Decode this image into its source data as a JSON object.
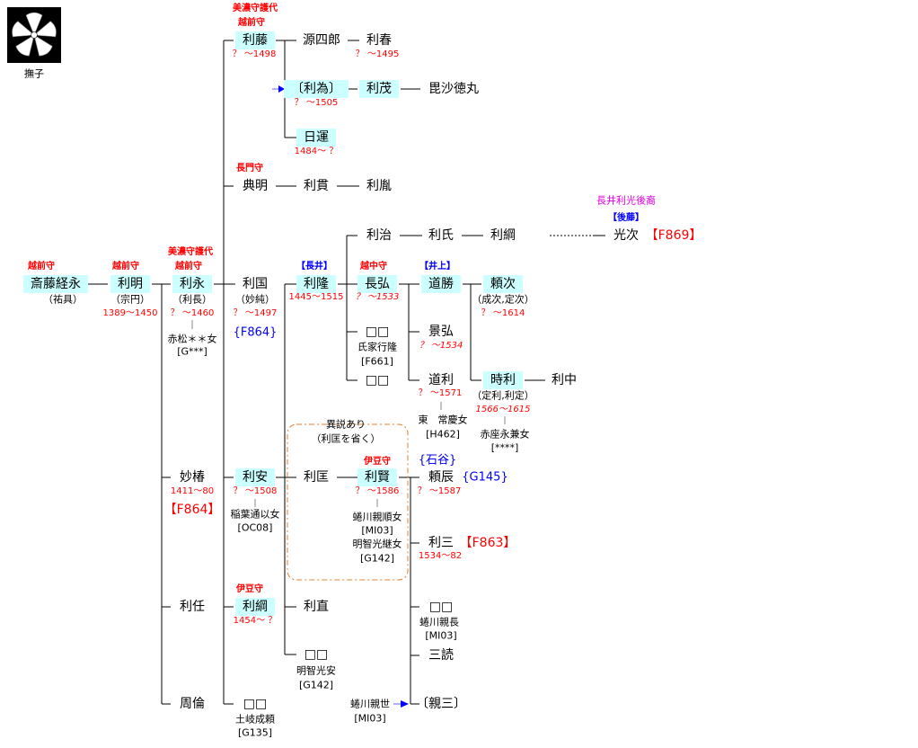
{
  "crest": {
    "label": "撫子",
    "icon": "nadeshiko-crest-icon"
  },
  "colors": {
    "highlight": "#ccffff",
    "title": "#ff0000",
    "ref_blue": "#0000ff",
    "note": "#e000e0",
    "alt_box": "#e08030"
  },
  "p": {
    "tsunenaga": {
      "name": "斎藤経永",
      "title": "越前守",
      "alias": "（祐具）"
    },
    "toshiaki": {
      "name": "利明",
      "title": "越前守",
      "alias": "（宗円）",
      "dates": "1389〜1450"
    },
    "toshinaga": {
      "name": "利永",
      "title1": "美濃守護代",
      "title2": "越前守",
      "alias": "（利長）",
      "dates": "？ 〜1460",
      "wife": "赤松＊＊女",
      "wife_ref": "[G***]"
    },
    "toshikuni": {
      "name": "利国",
      "alias": "（妙純）",
      "dates": "？ 〜1497",
      "ref": "{F864}"
    },
    "toshifuji": {
      "name": "利藤",
      "title1": "美濃守護代",
      "title2": "越前守",
      "dates": "？ 〜1498"
    },
    "genshiro": {
      "name": "源四郎"
    },
    "toshiharu": {
      "name": "利春",
      "dates": "？ 〜1495"
    },
    "toshitame": {
      "name": "〔利為〕",
      "dates": "？ 〜1505"
    },
    "toshimochi": {
      "name": "利茂"
    },
    "bishatokumaru": {
      "name": "毘沙徳丸"
    },
    "nichiun": {
      "name": "日運",
      "dates": "1484〜 ？"
    },
    "noriaki": {
      "name": "典明",
      "title": "長門守"
    },
    "toshitsura": {
      "name": "利貫"
    },
    "toshitane": {
      "name": "利胤"
    },
    "toshiharu2": {
      "name": "利治"
    },
    "toshiuji": {
      "name": "利氏"
    },
    "toshitsuna": {
      "name": "利綱"
    },
    "mitsutsugu": {
      "name": "光次",
      "ref": "【F869】",
      "note": "長井利光後裔",
      "family": "【後藤】"
    },
    "toshitaka": {
      "name": "利隆",
      "family": "【長井】",
      "dates": "1445〜1515"
    },
    "nagahiro": {
      "name": "長弘",
      "title": "越中守",
      "dates": "？ 〜1533"
    },
    "unk1": {
      "name": "□□",
      "note": "氏家行隆",
      "ref": "[F661]"
    },
    "unk2": {
      "name": "□□"
    },
    "dosho": {
      "name": "道勝",
      "family": "【井上】"
    },
    "kagehiro": {
      "name": "景弘",
      "dates": "？ 〜1534"
    },
    "michitoshi": {
      "name": "道利",
      "dates": "？ 〜1571",
      "wife": "東　常慶女",
      "wife_ref": "[H462]"
    },
    "yoritsugu": {
      "name": "頼次",
      "alias": "（成次,定次）",
      "dates": "？ 〜1614"
    },
    "tokitoshi": {
      "name": "時利",
      "alias": "（定利,利定）",
      "dates": "1566〜1615",
      "wife": "赤座永兼女",
      "wife_ref": "[****]"
    },
    "toshinaka": {
      "name": "利中"
    },
    "myochin": {
      "name": "妙椿",
      "dates": "1411〜80",
      "ref": "【F864】"
    },
    "toshiyasu": {
      "name": "利安",
      "dates": "？ 〜1508",
      "wife": "稲葉通以女",
      "wife_ref": "[OC08]"
    },
    "alt": {
      "label1": "異説あり",
      "label2": "（利匡を省く）"
    },
    "toshimasa": {
      "name": "利匡"
    },
    "toshikata": {
      "name": "利賢",
      "title": "伊豆守",
      "dates": "？ 〜1586",
      "wife1": "蜷川親順女",
      "wife1_ref": "[MI03]",
      "wife2": "明智光継女",
      "wife2_ref": "[G142]"
    },
    "yoritoki": {
      "name": "頼辰",
      "family": "{石谷}",
      "dates": "？ 〜1587",
      "ref": "{G145}"
    },
    "toshimitsu": {
      "name": "利三",
      "dates": "1534〜82",
      "ref": "【F863】"
    },
    "toshito": {
      "name": "利任"
    },
    "toshitsuna2": {
      "name": "利綱",
      "title": "伊豆守",
      "dates": "1454〜 ？"
    },
    "toshinao": {
      "name": "利直"
    },
    "unk3": {
      "name": "□□",
      "note": "明智光安",
      "ref": "[G142]"
    },
    "unk4": {
      "name": "□□",
      "note": "蜷川親長",
      "ref": "[MI03]"
    },
    "sandoku": {
      "name": "三読"
    },
    "shurin": {
      "name": "周倫"
    },
    "unk5": {
      "name": "□□",
      "note": "土岐成頼",
      "ref": "[G135]"
    },
    "chikazo": {
      "name": "〔親三〕"
    },
    "chikayo": {
      "name": "蜷川親世",
      "ref": "[MI03]"
    }
  }
}
